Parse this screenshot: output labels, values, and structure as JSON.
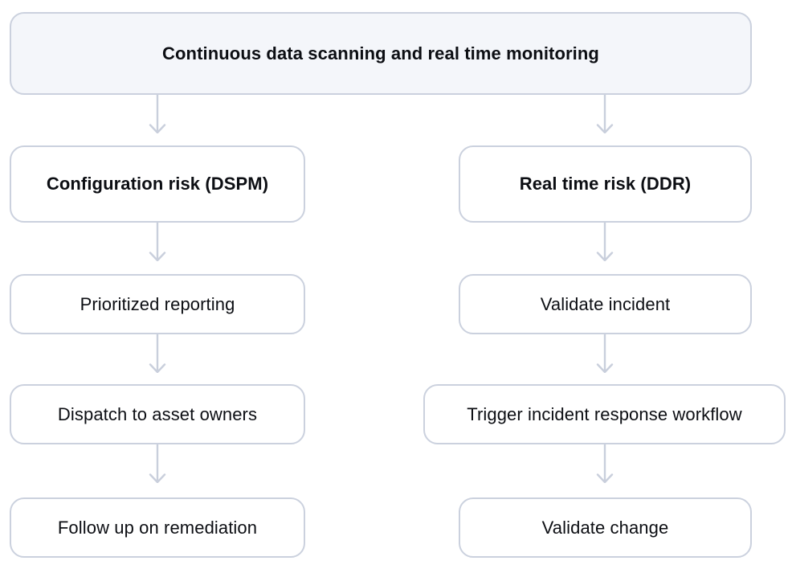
{
  "colors": {
    "box_border": "#cbd1de",
    "root_fill": "#f4f6fa",
    "box_fill": "#ffffff",
    "arrow": "#c9cfdc",
    "text": "#0c0e13"
  },
  "flowchart": {
    "root_label": "Continuous data scanning and real time monitoring",
    "left": {
      "header": "Configuration risk (DSPM)",
      "steps": [
        "Prioritized reporting",
        "Dispatch to asset owners",
        "Follow up on remediation"
      ]
    },
    "right": {
      "header": "Real time risk (DDR)",
      "steps": [
        "Validate incident",
        "Trigger incident response workflow",
        "Validate change"
      ]
    }
  }
}
